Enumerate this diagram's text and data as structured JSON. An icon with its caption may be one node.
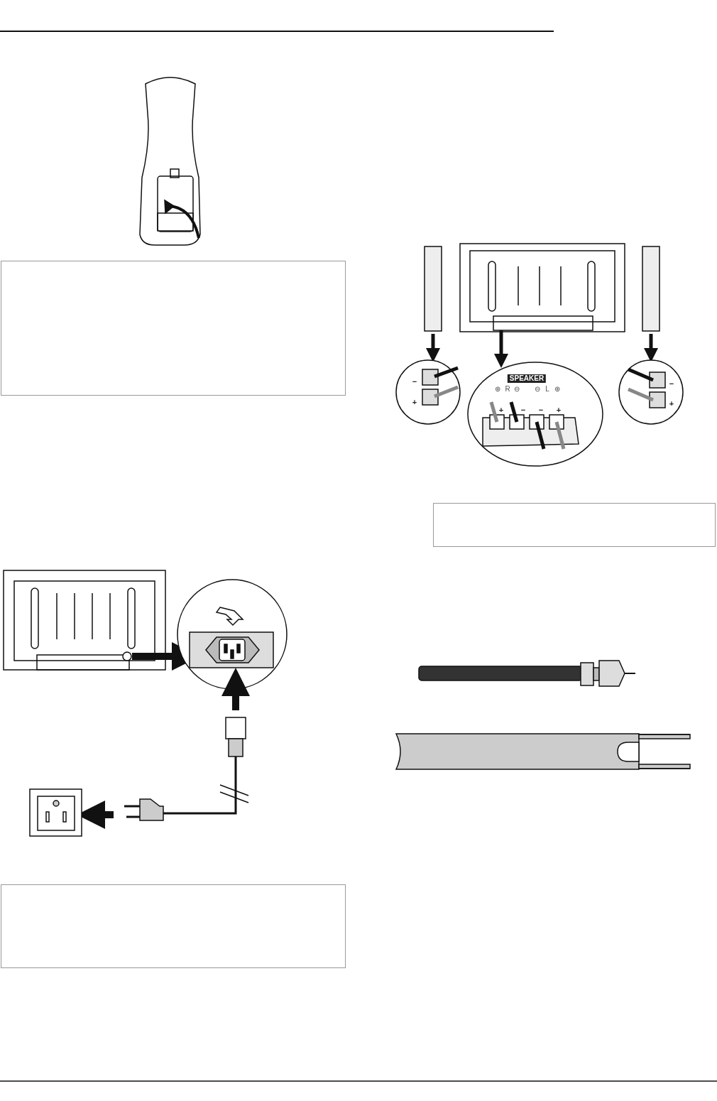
{
  "diagram": {
    "nodes": [
      {
        "text": [],
        "shape": "box"
      },
      {
        "text": [],
        "shape": "box"
      },
      {
        "text": [],
        "shape": "box"
      }
    ],
    "labels": [
      "−",
      "+",
      "SPEAKER",
      "⊕",
      "R",
      "⊖",
      "⊖",
      "L",
      "⊕",
      "+",
      "−",
      "−",
      "+",
      "−",
      "+"
    ]
  }
}
